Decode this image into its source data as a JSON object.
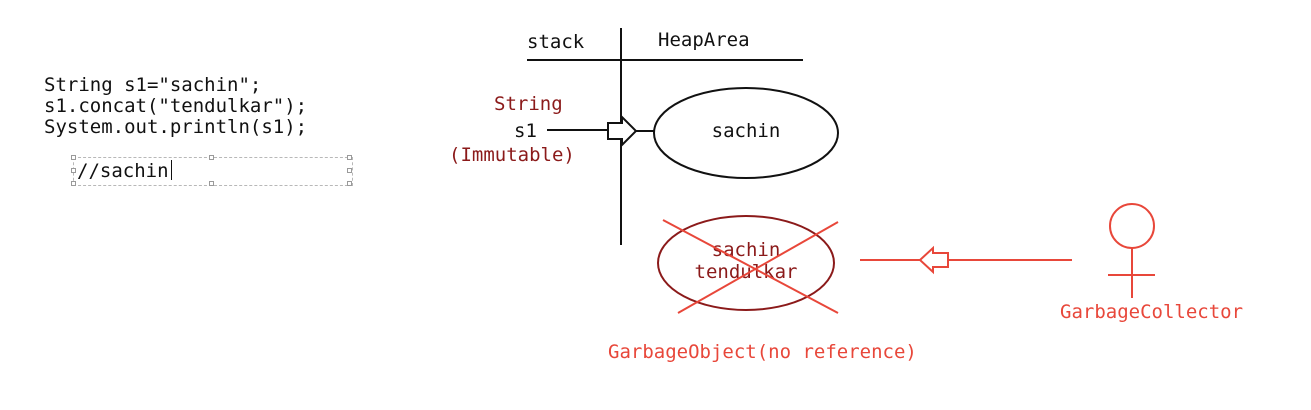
{
  "code": {
    "lines": [
      "String s1=\"sachin\";",
      "s1.concat(\"tendulkar\");",
      "System.out.println(s1);"
    ],
    "comment_output": "//sachin"
  },
  "diagram": {
    "stack_label": "stack",
    "heap_label": "HeapArea",
    "reference": {
      "type_label": "String",
      "var_label": "s1",
      "note_label": "(Immutable)"
    },
    "live_object": "sachin",
    "garbage_object": {
      "line1": "sachin",
      "line2": "tendulkar",
      "caption": "GarbageObject(no reference)"
    },
    "collector_label": "GarbageCollector",
    "colors": {
      "ink": "#111111",
      "dark_red": "#8b1a1a",
      "red": "#e8473a"
    }
  }
}
